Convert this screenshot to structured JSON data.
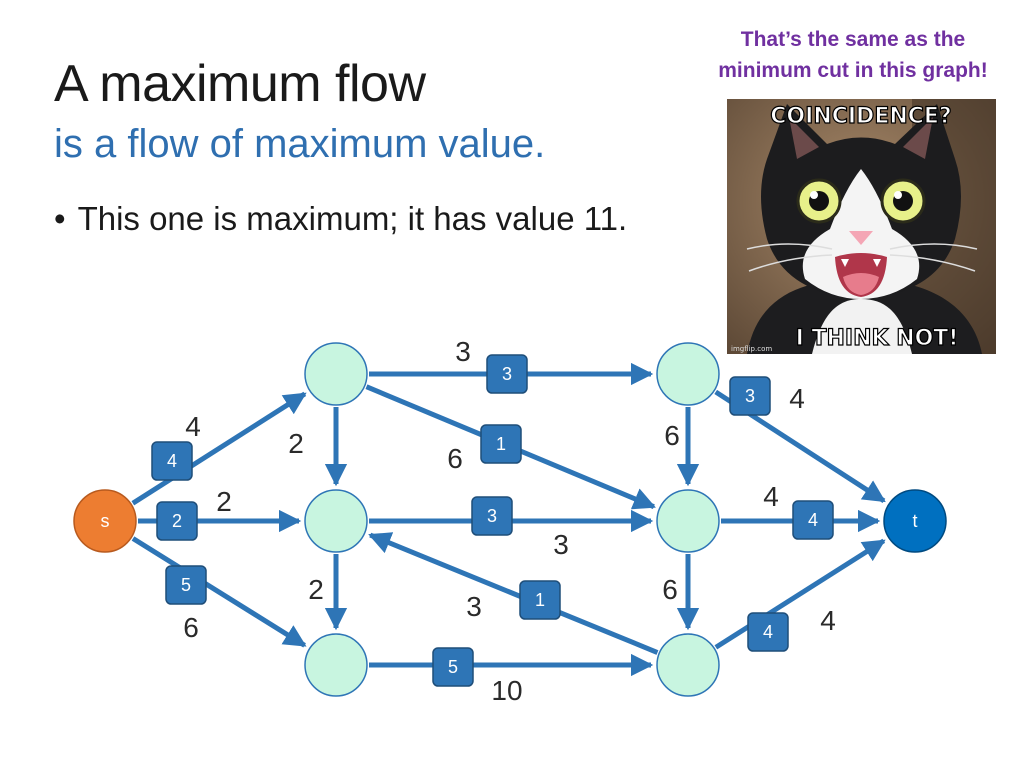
{
  "slide": {
    "title": "A maximum flow",
    "subtitle": "is a flow of maximum value.",
    "bullet": "This one is maximum; it has value 11.",
    "note_line1": "That’s the same as the",
    "note_line2": "minimum cut in this graph!"
  },
  "meme": {
    "top_text": "COINCIDENCE?",
    "bottom_text": "I THINK NOT!",
    "watermark": "imgflip.com"
  },
  "graph": {
    "colors": {
      "edge": "#2e75b6",
      "node": "#c8f5e0",
      "source": "#ed7d31",
      "sink": "#0070c0",
      "flow_box": "#2e75b6"
    },
    "nodes": [
      {
        "id": "s",
        "label": "s"
      },
      {
        "id": "a",
        "label": ""
      },
      {
        "id": "b",
        "label": ""
      },
      {
        "id": "c",
        "label": ""
      },
      {
        "id": "d",
        "label": ""
      },
      {
        "id": "e",
        "label": ""
      },
      {
        "id": "f",
        "label": ""
      },
      {
        "id": "t",
        "label": "t"
      }
    ],
    "edges": [
      {
        "from": "s",
        "to": "a",
        "capacity": "4",
        "flow": "4"
      },
      {
        "from": "s",
        "to": "b",
        "capacity": "2",
        "flow": "2"
      },
      {
        "from": "s",
        "to": "c",
        "capacity": "6",
        "flow": "5"
      },
      {
        "from": "a",
        "to": "d",
        "capacity": "3",
        "flow": "3"
      },
      {
        "from": "a",
        "to": "b",
        "capacity": "2",
        "flow": ""
      },
      {
        "from": "a",
        "to": "e",
        "capacity": "6",
        "flow": "1"
      },
      {
        "from": "b",
        "to": "e",
        "capacity": "3",
        "flow": "3"
      },
      {
        "from": "b",
        "to": "c",
        "capacity": "2",
        "flow": ""
      },
      {
        "from": "c",
        "to": "f",
        "capacity": "10",
        "flow": "5"
      },
      {
        "from": "d",
        "to": "e",
        "capacity": "6",
        "flow": ""
      },
      {
        "from": "d",
        "to": "t",
        "capacity": "4",
        "flow": "3"
      },
      {
        "from": "e",
        "to": "t",
        "capacity": "4",
        "flow": "4"
      },
      {
        "from": "e",
        "to": "f",
        "capacity": "6",
        "flow": ""
      },
      {
        "from": "f",
        "to": "b",
        "capacity": "3",
        "flow": "1"
      },
      {
        "from": "f",
        "to": "t",
        "capacity": "4",
        "flow": "4"
      }
    ]
  }
}
